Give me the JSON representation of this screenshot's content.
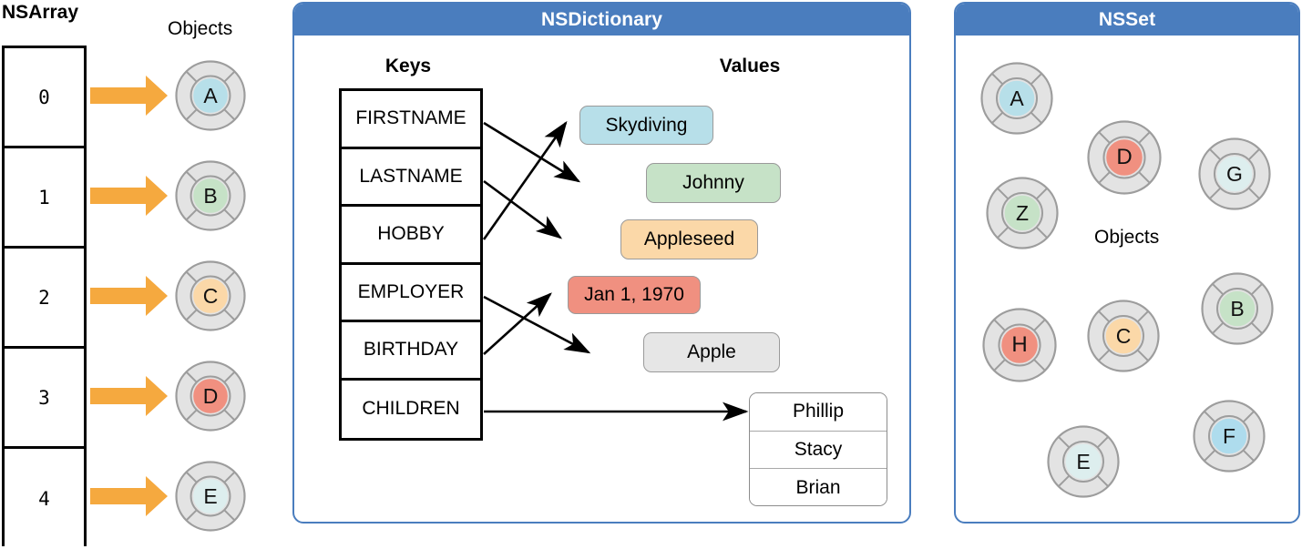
{
  "palette": {
    "panel_border": "#4a7dbe",
    "panel_header_bg": "#4a7dbe",
    "panel_header_text": "#ffffff",
    "arrow_orange": "#f5a93f",
    "arrow_black": "#000000",
    "ring_fill": "#e3e3e3",
    "ring_stroke": "#9d9d9d",
    "blue": "#b7dfe9",
    "green": "#c6e2c7",
    "orange": "#fbd8a8",
    "red": "#f09080",
    "pale": "#ddeeee",
    "lightblue": "#aedced",
    "gray_pill": "#e6e6e6"
  },
  "array_section": {
    "title": "NSArray",
    "objects_label": "Objects",
    "indices": [
      "0",
      "1",
      "2",
      "3",
      "4"
    ],
    "objects": [
      {
        "letter": "A",
        "color": "#b7dfe9"
      },
      {
        "letter": "B",
        "color": "#c6e2c7"
      },
      {
        "letter": "C",
        "color": "#fbd8a8"
      },
      {
        "letter": "D",
        "color": "#f09080"
      },
      {
        "letter": "E",
        "color": "#ddeeee"
      }
    ]
  },
  "dictionary_section": {
    "title": "NSDictionary",
    "keys_heading": "Keys",
    "values_heading": "Values",
    "keys": [
      "FIRSTNAME",
      "LASTNAME",
      "HOBBY",
      "EMPLOYER",
      "BIRTHDAY",
      "CHILDREN"
    ],
    "values": [
      {
        "text": "Skydiving",
        "color": "#b7dfe9"
      },
      {
        "text": "Johnny",
        "color": "#c6e2c7"
      },
      {
        "text": "Appleseed",
        "color": "#fbd8a8"
      },
      {
        "text": "Jan 1, 1970",
        "color": "#f09080"
      },
      {
        "text": "Apple",
        "color": "#e6e6e6"
      }
    ],
    "children_list": [
      "Phillip",
      "Stacy",
      "Brian"
    ],
    "mappings": [
      {
        "key": "FIRSTNAME",
        "value": "Johnny"
      },
      {
        "key": "LASTNAME",
        "value": "Appleseed"
      },
      {
        "key": "HOBBY",
        "value": "Skydiving"
      },
      {
        "key": "EMPLOYER",
        "value": "Apple"
      },
      {
        "key": "BIRTHDAY",
        "value": "Jan 1, 1970"
      },
      {
        "key": "CHILDREN",
        "value": "Phillip / Stacy / Brian"
      }
    ]
  },
  "set_section": {
    "title": "NSSet",
    "objects_label": "Objects",
    "objects": [
      {
        "letter": "A",
        "color": "#b7dfe9"
      },
      {
        "letter": "D",
        "color": "#f09080"
      },
      {
        "letter": "G",
        "color": "#ddeeee"
      },
      {
        "letter": "Z",
        "color": "#c6e2c7"
      },
      {
        "letter": "B",
        "color": "#c6e2c7"
      },
      {
        "letter": "H",
        "color": "#f09080"
      },
      {
        "letter": "C",
        "color": "#fbd8a8"
      },
      {
        "letter": "F",
        "color": "#aedced"
      },
      {
        "letter": "E",
        "color": "#ddeeee"
      }
    ]
  }
}
